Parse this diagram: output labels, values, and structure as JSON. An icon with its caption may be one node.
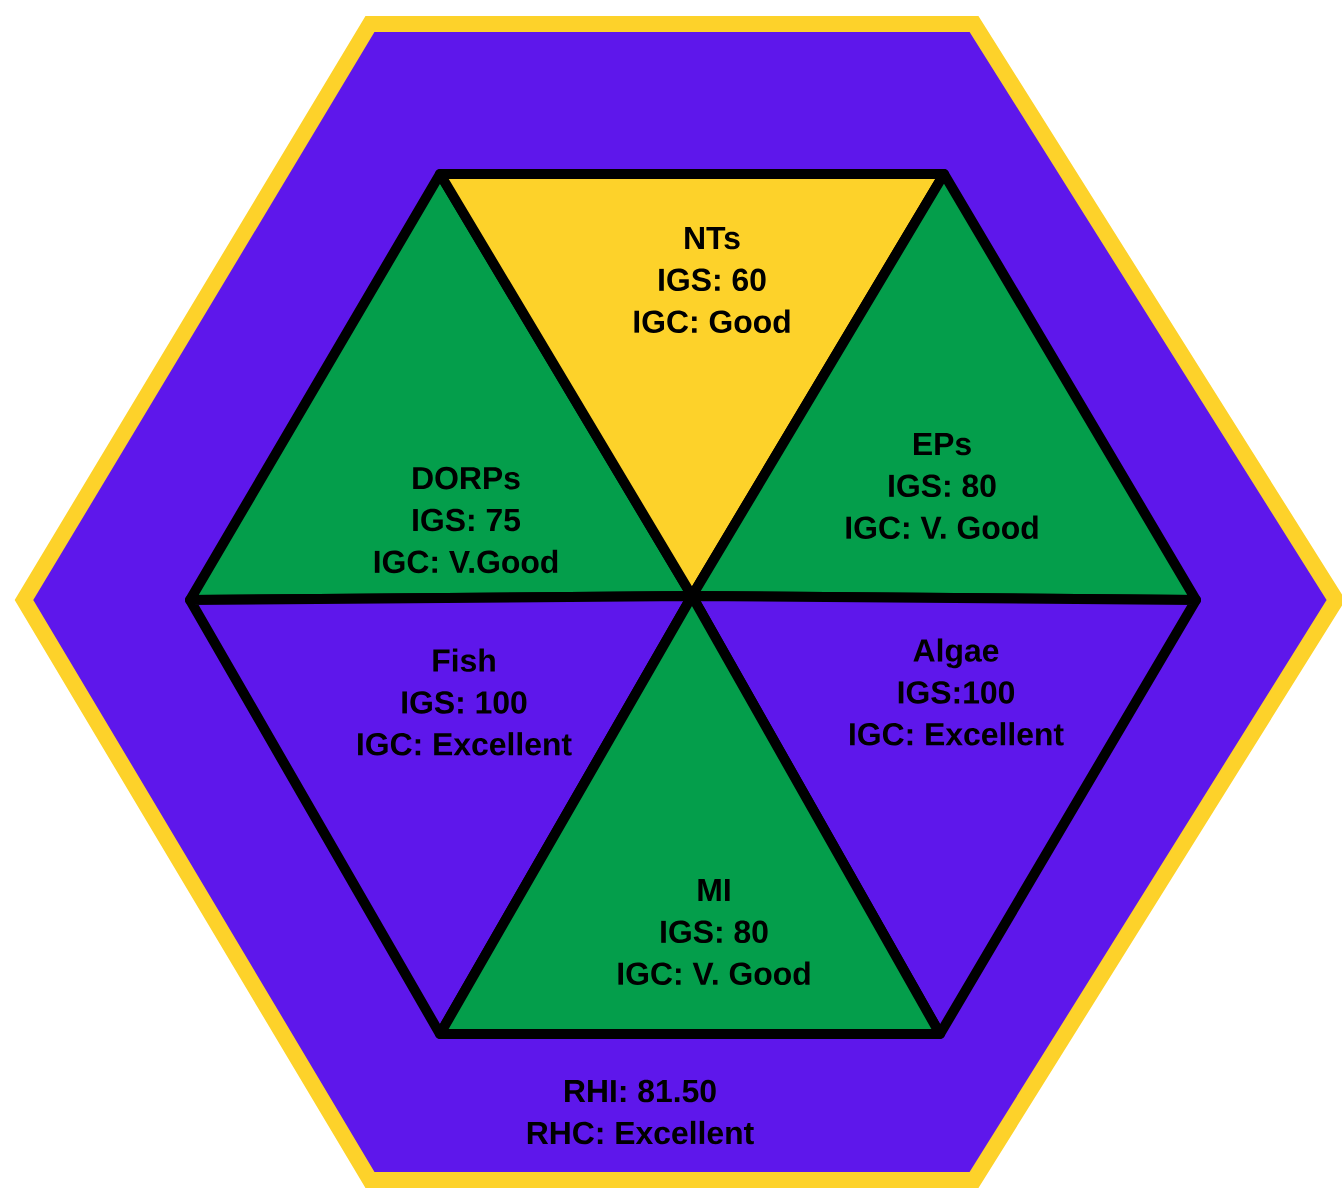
{
  "diagram": {
    "nodes": [
      {
        "text": [
          "RHI: 81.50",
          "RHC: Excellent"
        ]
      },
      {
        "text": [
          "DORPs",
          "IGS: 75",
          "IGC: V.Good"
        ],
        "in": 0
      },
      {
        "text": [
          "NTs",
          "IGS: 60",
          "IGC: Good"
        ],
        "in": 0
      },
      {
        "text": [
          "EPs",
          "IGS: 80",
          "IGC: V. Good"
        ],
        "in": 0
      },
      {
        "text": [
          "Fish",
          "IGS: 100",
          "IGC: Excellent"
        ],
        "in": 0
      },
      {
        "text": [
          "Algae",
          "IGS:100",
          "IGC: Excellent"
        ],
        "in": 0
      },
      {
        "text": [
          "MI",
          "IGS: 80",
          "IGC: V. Good"
        ],
        "in": 0
      }
    ]
  }
}
